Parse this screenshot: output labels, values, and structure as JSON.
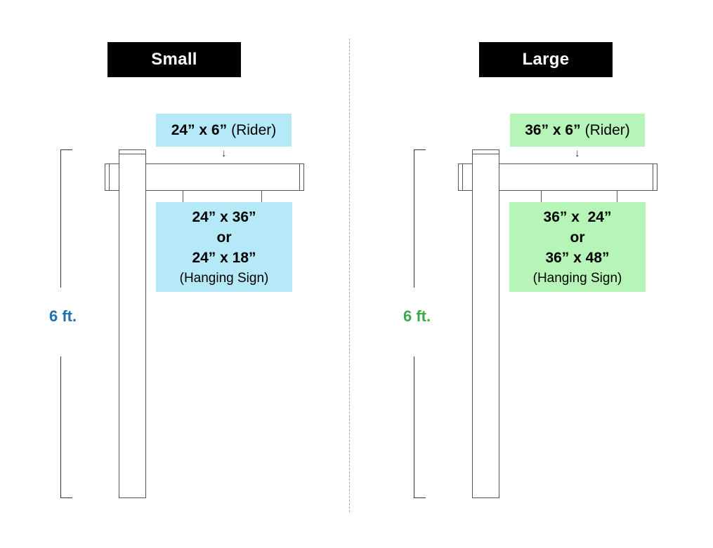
{
  "colors": {
    "small_accent": "#1f6fb2",
    "large_accent": "#3fa94a",
    "small_fill": "#b6e9f8",
    "large_fill": "#b6f5b7",
    "title_bg": "#000000",
    "title_fg": "#ffffff"
  },
  "icons": {
    "rider_arrow": "down-arrow-icon"
  },
  "small": {
    "title": "Small",
    "rider_size": "24” x 6”",
    "rider_suffix": "(Rider)",
    "arrow": "↓",
    "sign_line1": "24” x 36”",
    "sign_or": "or",
    "sign_line2": "24” x 18”",
    "sign_caption": "(Hanging Sign)",
    "height": "6 ft."
  },
  "large": {
    "title": "Large",
    "rider_size": "36” x 6”",
    "rider_suffix": "(Rider)",
    "arrow": "↓",
    "sign_line1": "36” x  24”",
    "sign_or": "or",
    "sign_line2": "36” x 48”",
    "sign_caption": "(Hanging Sign)",
    "height": "6 ft."
  }
}
